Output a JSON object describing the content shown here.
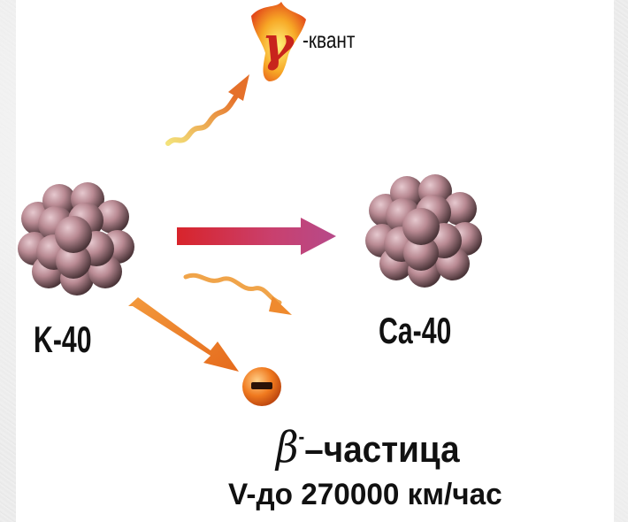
{
  "labels": {
    "gamma_symbol": "γ",
    "gamma_text": "-квант",
    "parent_nucleus": "K-40",
    "daughter_nucleus": "Ca-40",
    "electron_sign": "–",
    "beta_symbol": "β",
    "beta_superscript": "-",
    "beta_text": "–частица",
    "speed": "V-до 270000 км/час"
  },
  "colors": {
    "nucleon": "#b98a93",
    "main_arrow": "#c9406e",
    "beta_arrow": "#ef8a2e",
    "gamma_wave": "#e8c531",
    "neutrino_wave": "#f0a44a",
    "electron": "#f07a1f",
    "text": "#111111"
  },
  "icons": {
    "gamma": "gamma-flame-icon",
    "electron": "electron-icon",
    "nucleus": "nucleus-icon"
  }
}
